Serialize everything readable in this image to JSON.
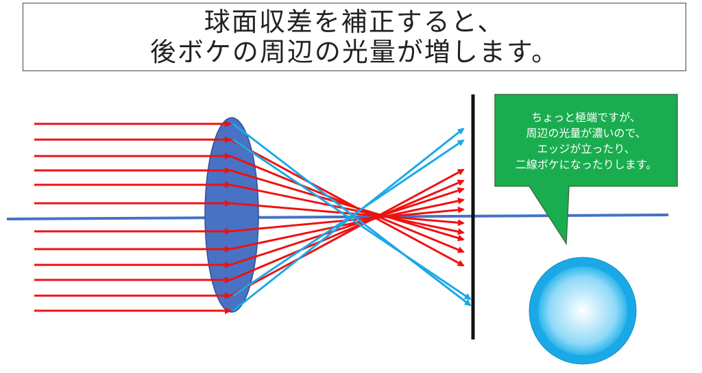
{
  "title": {
    "line1": "球面収差を補正すると、",
    "line2": "後ボケの周辺の光量が増します。"
  },
  "callout": {
    "lines": [
      "ちょっと極端ですが、",
      "周辺の光量が濃いので、",
      "エッジが立ったり、",
      "二線ボケになったりします。"
    ]
  },
  "colors": {
    "red_ray": "#ee1111",
    "blue_ray": "#1aa9e6",
    "lens_fill": "#4a72c4",
    "lens_stroke": "#2f4f8f",
    "axis": "#4472c4",
    "sensor": "#111111",
    "callout_fill": "#1aad4f",
    "callout_stroke": "#3b6e3b",
    "bokeh_outer": "#1aa9e6",
    "bokeh_inner": "#7fd3f4"
  },
  "icons": {
    "lens": "lens-ellipse",
    "sensor": "sensor-line",
    "bokeh": "bokeh-disc"
  }
}
